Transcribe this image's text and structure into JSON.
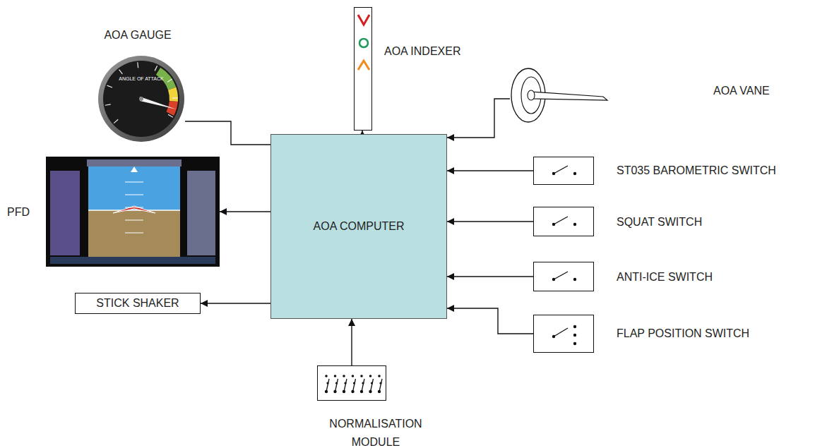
{
  "diagram": {
    "nodes": [
      {
        "text": [
          "AOA GAUGE",
          "ANGLE OF ATTACK"
        ]
      },
      {
        "text": [
          "AOA INDEXER"
        ]
      },
      {
        "text": [
          "AOA VANE"
        ]
      },
      {
        "text": [
          "PFD"
        ]
      },
      {
        "text": [
          "AOA COMPUTER"
        ]
      },
      {
        "text": [
          "ST035 BAROMETRIC SWITCH"
        ]
      },
      {
        "text": [
          "SQUAT SWITCH"
        ]
      },
      {
        "text": [
          "ANTI-ICE SWITCH"
        ]
      },
      {
        "text": [
          "STICK SHAKER"
        ]
      },
      {
        "text": [
          "FLAP POSITION SWITCH"
        ]
      },
      {
        "text": [
          "NORMALISATION MODULE"
        ]
      }
    ],
    "edges": [
      {
        "from": 4,
        "to": 0,
        "arrow": "none"
      },
      {
        "from": 4,
        "to": 1,
        "arrow": "to"
      },
      {
        "from": 2,
        "to": 4,
        "arrow": "to"
      },
      {
        "from": 4,
        "to": 3,
        "arrow": "to"
      },
      {
        "from": 5,
        "to": 4,
        "arrow": "to"
      },
      {
        "from": 6,
        "to": 4,
        "arrow": "to"
      },
      {
        "from": 7,
        "to": 4,
        "arrow": "to"
      },
      {
        "from": 4,
        "to": 8,
        "arrow": "to"
      },
      {
        "from": 9,
        "to": 4,
        "arrow": "to"
      },
      {
        "from": 10,
        "to": 4,
        "arrow": "to"
      }
    ]
  }
}
